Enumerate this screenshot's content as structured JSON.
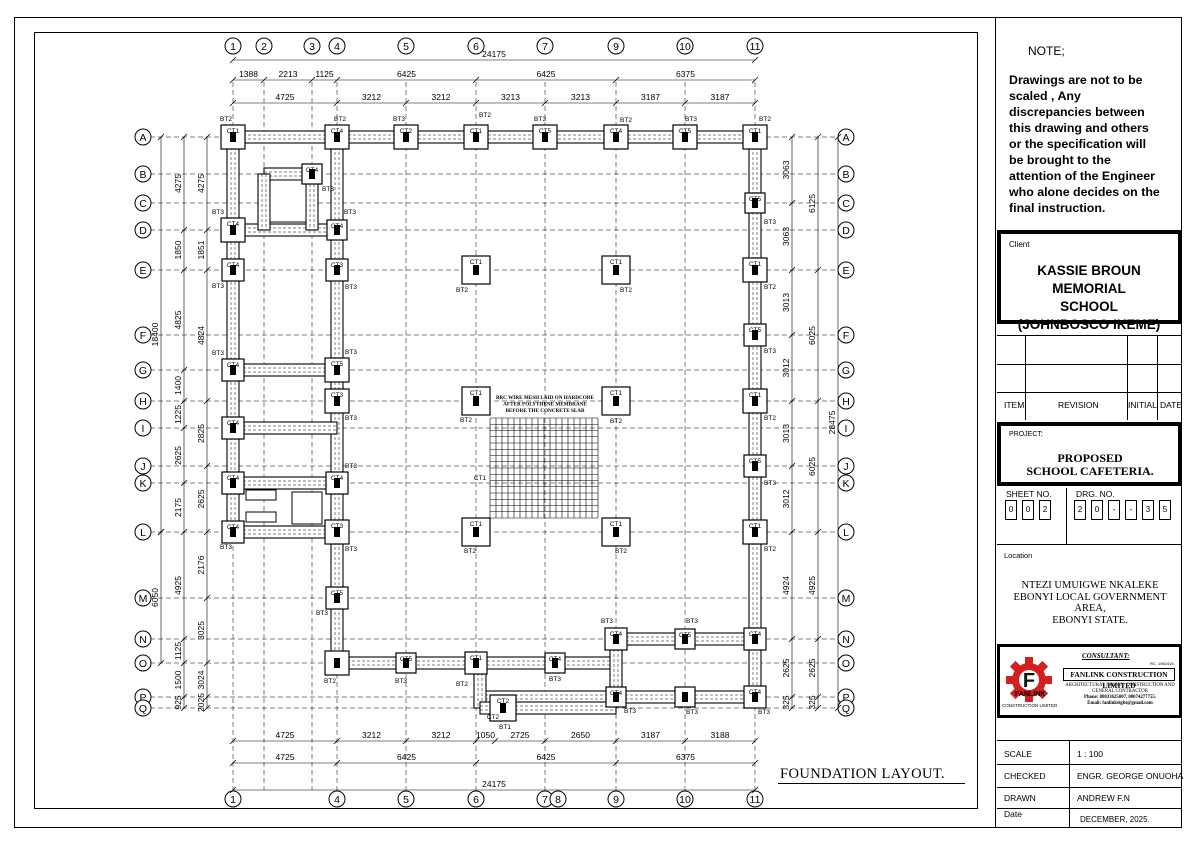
{
  "note": {
    "heading": "NOTE;",
    "lines": [
      "Drawings are not to be",
      "scaled , Any",
      "discrepancies between",
      "this drawing and others",
      "or the specification  will",
      "be brought to the",
      "attention of the Engineer",
      "who alone decides on the",
      "final instruction."
    ]
  },
  "client": {
    "label": "Client",
    "lines": [
      "KASSIE BROUN MEMORIAL",
      "SCHOOL",
      "(JOHNBOSCO IKEME)"
    ]
  },
  "revision": {
    "item": "ITEM",
    "revision": "REVISION",
    "initial": "INITIAL",
    "date": "DATE"
  },
  "project": {
    "label": "PROJECT;",
    "lines": [
      "PROPOSED",
      "SCHOOL CAFETERIA."
    ]
  },
  "sheet": {
    "label": "SHEET NO.",
    "digits": [
      "0",
      "0",
      "2"
    ]
  },
  "drg": {
    "label": "DRG. NO.",
    "digits": [
      "2",
      "0",
      "-",
      "-",
      "3",
      "5"
    ]
  },
  "location": {
    "label": "Location",
    "lines": [
      "NTEZI UMUIGWE NKALEKE",
      "EBONYI LOCAL GOVERNMENT",
      "AREA,",
      "EBONYI STATE."
    ]
  },
  "consultant": {
    "heading": "CONSULTANT:",
    "rc": "RC. 1952415",
    "name": "FANLINK CONSTRUCTION LIMITED",
    "desc": [
      "ARCHITECTURAL DESIGN, CONSTRUCTION AND",
      "GENERAL CONTRACTOR"
    ],
    "phone": "Phone: 08033625007, 08074277755.",
    "email": "Email: fanlinkeight@gmail.com",
    "logo_name": "FANLINK",
    "logo_sub": "CONSTRUCTION LIMITED",
    "logo_letter": "F"
  },
  "info": {
    "scale_label": "SCALE",
    "scale": "1  :  100",
    "checked_label": "CHECKED",
    "checked": "ENGR. GEORGE ONUOHA",
    "drawn_label": "DRAWN",
    "drawn": "ANDREW  F.N",
    "date_label": "Date",
    "date": "DECEMBER, 2025."
  },
  "drawing_title": "FOUNDATION  LAYOUT.",
  "slab_note": [
    "BRC WIRE MESH LAID ON HARDCORE",
    "AFTER POLYTHENE MEMBRANE",
    "BEFORE THE CONCRETE SLAB"
  ],
  "grid": {
    "cols": [
      "1",
      "2",
      "3",
      "4",
      "5",
      "6",
      "7",
      "9",
      "10",
      "11"
    ],
    "bottom_cols": [
      "1",
      "4",
      "5",
      "6",
      "7",
      "8",
      "9",
      "10",
      "11"
    ],
    "rows": [
      "A",
      "B",
      "C",
      "D",
      "E",
      "F",
      "G",
      "H",
      "I",
      "J",
      "K",
      "L",
      "M",
      "N",
      "O",
      "P",
      "Q"
    ]
  },
  "dims": {
    "total": "24175",
    "top1": [
      "1388",
      "2213",
      "1125",
      "6425",
      "6425",
      "6375"
    ],
    "top2": [
      "4725",
      "3212",
      "3212",
      "3213",
      "3213",
      "3187",
      "3187"
    ],
    "bot1": [
      "4725",
      "3212",
      "3212",
      "1050",
      "2725",
      "2650",
      "3187",
      "3188"
    ],
    "bot2": [
      "4725",
      "6425",
      "6425",
      "6375"
    ],
    "right_total": "28475",
    "right1": [
      "6125",
      "6025",
      "6025",
      "4925",
      "2625",
      "325"
    ],
    "right2": [
      "3063",
      "3063",
      "3013",
      "3012",
      "3013",
      "3012",
      "4924",
      "2625",
      "325"
    ],
    "left_total": "18400",
    "left_total2": "6050",
    "left1": [
      "4275",
      "1850",
      "4825",
      "1400",
      "1225",
      "2625",
      "2175",
      "4925",
      "1125",
      "1500",
      "925"
    ],
    "left2": [
      "4275",
      "1851",
      "4824",
      "2825",
      "2625",
      "2176",
      "3025",
      "3024",
      "2025",
      "2025"
    ]
  },
  "labels": {
    "ct1": "CT1",
    "ct2": "CT2",
    "ct3": "CT3",
    "ct4": "CT4",
    "ct5": "CT5",
    "bt1": "BT1",
    "bt2": "BT2",
    "bt3": "BT3"
  }
}
